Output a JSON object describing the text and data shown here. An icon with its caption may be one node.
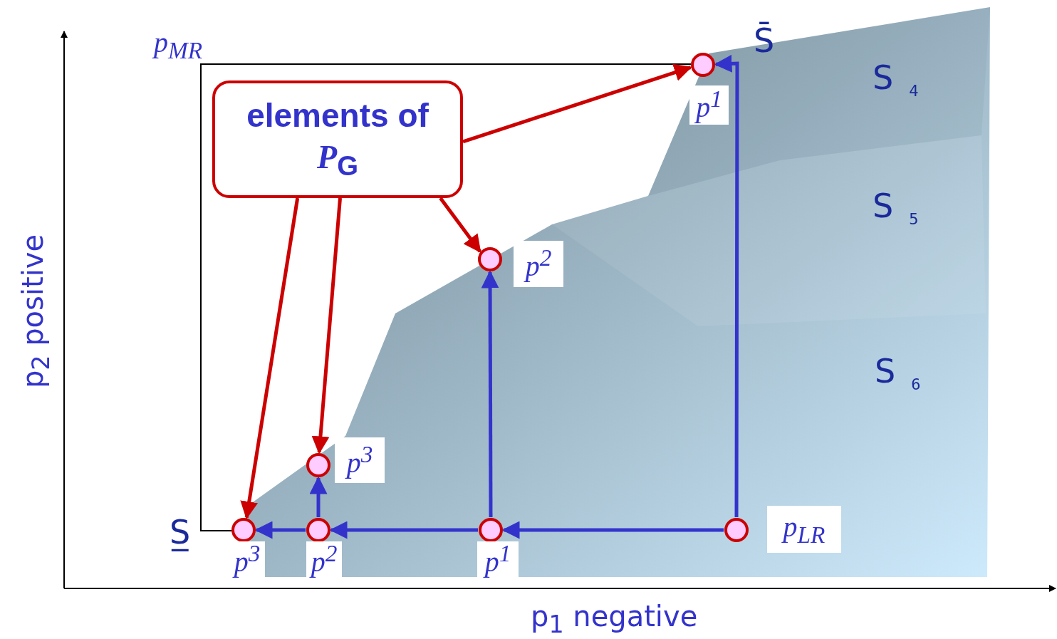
{
  "diagram": {
    "nodes": [
      {
        "text": [
          "elements of *P*$_{G}$"
        ]
      },
      {
        "text": [],
        "shape": "circle",
        "beside": [
          "p$^{1}$"
        ]
      },
      {
        "text": [],
        "shape": "circle",
        "beside": [
          "p$^{2}$"
        ]
      },
      {
        "text": [],
        "shape": "circle",
        "beside": [
          "p$^{3}$"
        ]
      },
      {
        "text": [],
        "shape": "circle",
        "beside": [
          "p$^{3}$"
        ]
      },
      {
        "text": [],
        "shape": "circle",
        "beside": [
          "p$^{2}$"
        ]
      },
      {
        "text": [],
        "shape": "circle",
        "beside": [
          "p$^{1}$"
        ]
      },
      {
        "text": [],
        "shape": "circle",
        "beside": [
          "p$_{LR}$"
        ]
      }
    ],
    "edges": [
      {
        "from": 0,
        "to": 1,
        "arrow": "to",
        "color": "#cc0000"
      },
      {
        "from": 0,
        "to": 2,
        "arrow": "to",
        "color": "#cc0000"
      },
      {
        "from": 0,
        "to": 3,
        "arrow": "to",
        "color": "#cc0000"
      },
      {
        "from": 0,
        "to": 4,
        "arrow": "to",
        "color": "#cc0000"
      },
      {
        "from": 7,
        "to": 1,
        "arrow": "to"
      },
      {
        "from": 7,
        "to": 6,
        "arrow": "to"
      },
      {
        "from": 6,
        "to": 2,
        "arrow": "to"
      },
      {
        "from": 6,
        "to": 5,
        "arrow": "to"
      },
      {
        "from": 5,
        "to": 3,
        "arrow": "to"
      },
      {
        "from": 5,
        "to": 4,
        "arrow": "to"
      }
    ],
    "labels": [
      "p$_{MR}$",
      "S̄",
      "S$_{4}$",
      "S$_{5}$",
      "S$_{6}$",
      "S̲",
      "p$_{2}$ positive",
      "p$_{1}$ negative"
    ]
  }
}
